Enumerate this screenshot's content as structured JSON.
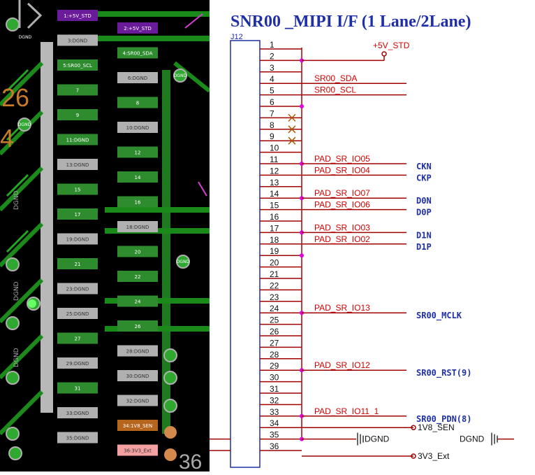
{
  "title": "SNR00 _MIPI I/F (1 Lane/2Lane)",
  "connector": "J12",
  "pcb": {
    "board_numbers": [
      "26",
      "4",
      "36"
    ],
    "dgnd_label": "DGND",
    "left_pads": [
      {
        "label": "1:+5V_STD",
        "color": "#6a1b9a"
      },
      {
        "label": "3:DGND",
        "color": "#b0b0b0"
      },
      {
        "label": "5:SR00_SCL",
        "color": "#2e8b2e"
      },
      {
        "label": "7",
        "color": "#2e8b2e"
      },
      {
        "label": "9",
        "color": "#2e8b2e"
      },
      {
        "label": "11:DGND",
        "color": "#2e8b2e"
      },
      {
        "label": "13:DGND",
        "color": "#b0b0b0"
      },
      {
        "label": "15",
        "color": "#2e8b2e"
      },
      {
        "label": "17",
        "color": "#2e8b2e"
      },
      {
        "label": "19:DGND",
        "color": "#b0b0b0"
      },
      {
        "label": "21",
        "color": "#2e8b2e"
      },
      {
        "label": "23:DGND",
        "color": "#b0b0b0"
      },
      {
        "label": "25:DGND",
        "color": "#b0b0b0"
      },
      {
        "label": "27",
        "color": "#2e8b2e"
      },
      {
        "label": "29:DGND",
        "color": "#b0b0b0"
      },
      {
        "label": "31",
        "color": "#2e8b2e"
      },
      {
        "label": "33:DGND",
        "color": "#b0b0b0"
      },
      {
        "label": "35:DGND",
        "color": "#b0b0b0"
      }
    ],
    "right_pads": [
      {
        "label": "2:+5V_STD",
        "color": "#6a1b9a"
      },
      {
        "label": "4:SR00_SDA",
        "color": "#2e8b2e"
      },
      {
        "label": "6:DGND",
        "color": "#b0b0b0"
      },
      {
        "label": "8",
        "color": "#2e8b2e"
      },
      {
        "label": "10:DGND",
        "color": "#b0b0b0"
      },
      {
        "label": "12",
        "color": "#2e8b2e"
      },
      {
        "label": "14",
        "color": "#2e8b2e"
      },
      {
        "label": "16",
        "color": "#2e8b2e"
      },
      {
        "label": "18:DGND",
        "color": "#b0b0b0"
      },
      {
        "label": "20",
        "color": "#2e8b2e"
      },
      {
        "label": "22",
        "color": "#2e8b2e"
      },
      {
        "label": "24",
        "color": "#2e8b2e"
      },
      {
        "label": "26",
        "color": "#2e8b2e"
      },
      {
        "label": "28:DGND",
        "color": "#b0b0b0"
      },
      {
        "label": "30:DGND",
        "color": "#b0b0b0"
      },
      {
        "label": "32:DGND",
        "color": "#b0b0b0"
      },
      {
        "label": "34:1V8_SEN",
        "color": "#b5651d"
      },
      {
        "label": "36:3V3_Ext",
        "color": "#f4a0a0"
      }
    ]
  },
  "schematic": {
    "pins": [
      "1",
      "2",
      "3",
      "4",
      "5",
      "6",
      "7",
      "8",
      "9",
      "10",
      "11",
      "12",
      "13",
      "14",
      "15",
      "16",
      "17",
      "18",
      "19",
      "20",
      "21",
      "22",
      "23",
      "24",
      "25",
      "26",
      "27",
      "28",
      "29",
      "30",
      "31",
      "32",
      "33",
      "34",
      "35",
      "36"
    ],
    "nets": [
      {
        "pin": 4,
        "name": "SR00_SDA"
      },
      {
        "pin": 5,
        "name": "SR00_SCL"
      },
      {
        "pin": 11,
        "name": "PAD_SR_IO05"
      },
      {
        "pin": 12,
        "name": "PAD_SR_IO04"
      },
      {
        "pin": 14,
        "name": "PAD_SR_IO07"
      },
      {
        "pin": 15,
        "name": "PAD_SR_IO06"
      },
      {
        "pin": 17,
        "name": "PAD_SR_IO03"
      },
      {
        "pin": 18,
        "name": "PAD_SR_IO02"
      },
      {
        "pin": 24,
        "name": "PAD_SR_IO13"
      },
      {
        "pin": 29,
        "name": "PAD_SR_IO12"
      },
      {
        "pin": 33,
        "name": "PAD_SR_IO11_1"
      }
    ],
    "signals": [
      {
        "pin": 11,
        "name": "CKN"
      },
      {
        "pin": 12,
        "name": "CKP"
      },
      {
        "pin": 14,
        "name": "D0N"
      },
      {
        "pin": 15,
        "name": "D0P"
      },
      {
        "pin": 17,
        "name": "D1N"
      },
      {
        "pin": 18,
        "name": "D1P"
      },
      {
        "pin": 24,
        "name": "SR00_MCLK"
      },
      {
        "pin": 29,
        "name": "SR00_RST(9)"
      },
      {
        "pin": 33,
        "name": "SR00_PDN(8)"
      }
    ],
    "power_5v": "+5V_STD",
    "power_1v8": "1V8_SEN",
    "power_3v3": "3V3_Ext",
    "gnd_labels": [
      "DGND",
      "DGND"
    ],
    "nc_pins": [
      7,
      8,
      9
    ]
  }
}
